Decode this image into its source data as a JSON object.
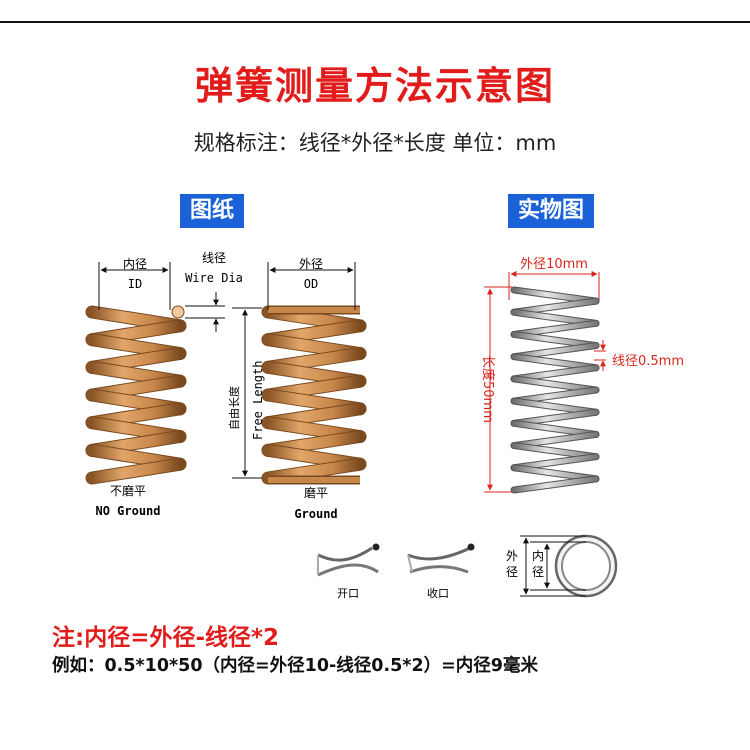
{
  "title": "弹簧测量方法示意图",
  "subtitle": "规格标注：线径*外径*长度    单位：mm",
  "sections": {
    "drawing": "图纸",
    "photo": "实物图"
  },
  "drawing": {
    "id_cn": "内径",
    "id_en": "ID",
    "wire_cn": "线径",
    "wire_en": "Wire Dia",
    "od_cn": "外径",
    "od_en": "OD",
    "free_cn": "自由长度",
    "free_en": "Free Length",
    "left_cn": "不磨平",
    "left_en": "NO Ground",
    "right_cn": "磨平",
    "right_en": "Ground"
  },
  "photo": {
    "od": "外径10mm",
    "length": "长度50mm",
    "wire": "线径0.5mm"
  },
  "ends": {
    "open": "开口",
    "closed": "收口"
  },
  "ring": {
    "outer": "外径",
    "inner": "内径"
  },
  "colors": {
    "title": "#e21b1b",
    "label_bg": "#1b62d8",
    "copper": "#c8874a",
    "copper_dark": "#7a4a1e"
  },
  "note": "注:内径=外径-线径*2",
  "example": "例如：0.5*10*50（内径=外径10-线径0.5*2）=内径9毫米"
}
